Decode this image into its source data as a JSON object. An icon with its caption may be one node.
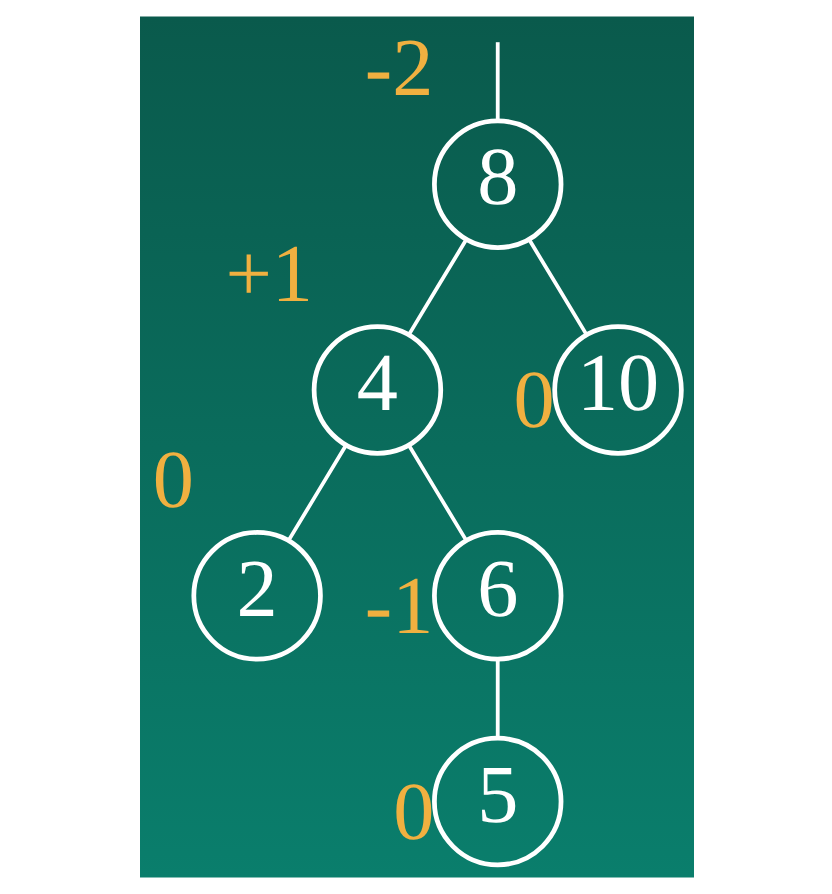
{
  "diagram": {
    "nodes": [
      {
        "text": [
          "8"
        ],
        "beside": [
          "-2"
        ]
      },
      {
        "text": [
          "4"
        ],
        "beside": [
          "+1"
        ]
      },
      {
        "text": [
          "10"
        ],
        "beside": [
          "0"
        ]
      },
      {
        "text": [
          "2"
        ],
        "beside": [
          "0"
        ]
      },
      {
        "text": [
          "6"
        ],
        "beside": [
          "-1"
        ]
      },
      {
        "text": [
          "5"
        ],
        "beside": [
          "0"
        ]
      }
    ],
    "edges": [
      {
        "from": null,
        "to": 0,
        "arrow": "none"
      },
      {
        "from": 0,
        "to": 1,
        "arrow": "none"
      },
      {
        "from": 0,
        "to": 2,
        "arrow": "none"
      },
      {
        "from": 1,
        "to": 3,
        "arrow": "none"
      },
      {
        "from": 1,
        "to": 4,
        "arrow": "none"
      },
      {
        "from": 4,
        "to": 5,
        "arrow": "none"
      }
    ]
  }
}
